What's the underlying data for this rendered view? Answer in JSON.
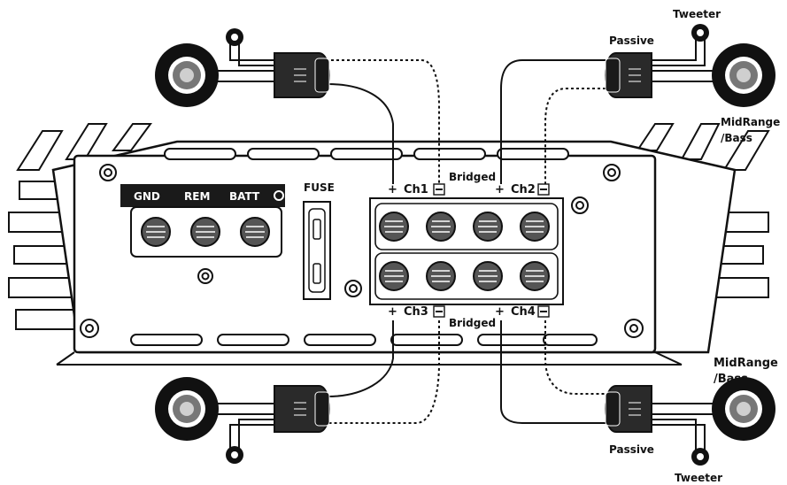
{
  "power_terminals": {
    "gnd": "GND",
    "rem": "REM",
    "batt": "BATT"
  },
  "fuse_label": "FUSE",
  "channels": {
    "ch1": "Ch1",
    "ch2": "Ch2",
    "ch3": "Ch3",
    "ch4": "Ch4"
  },
  "bridged_label": "Bridged",
  "speakers": {
    "passive": "Passive",
    "tweeter": "Tweeter",
    "midrange_line1": "MidRange",
    "midrange_line2": "/Bass"
  },
  "colors": {
    "line": "#111111",
    "fill": "#ffffff",
    "panel_dark": "#1a1a1a"
  }
}
